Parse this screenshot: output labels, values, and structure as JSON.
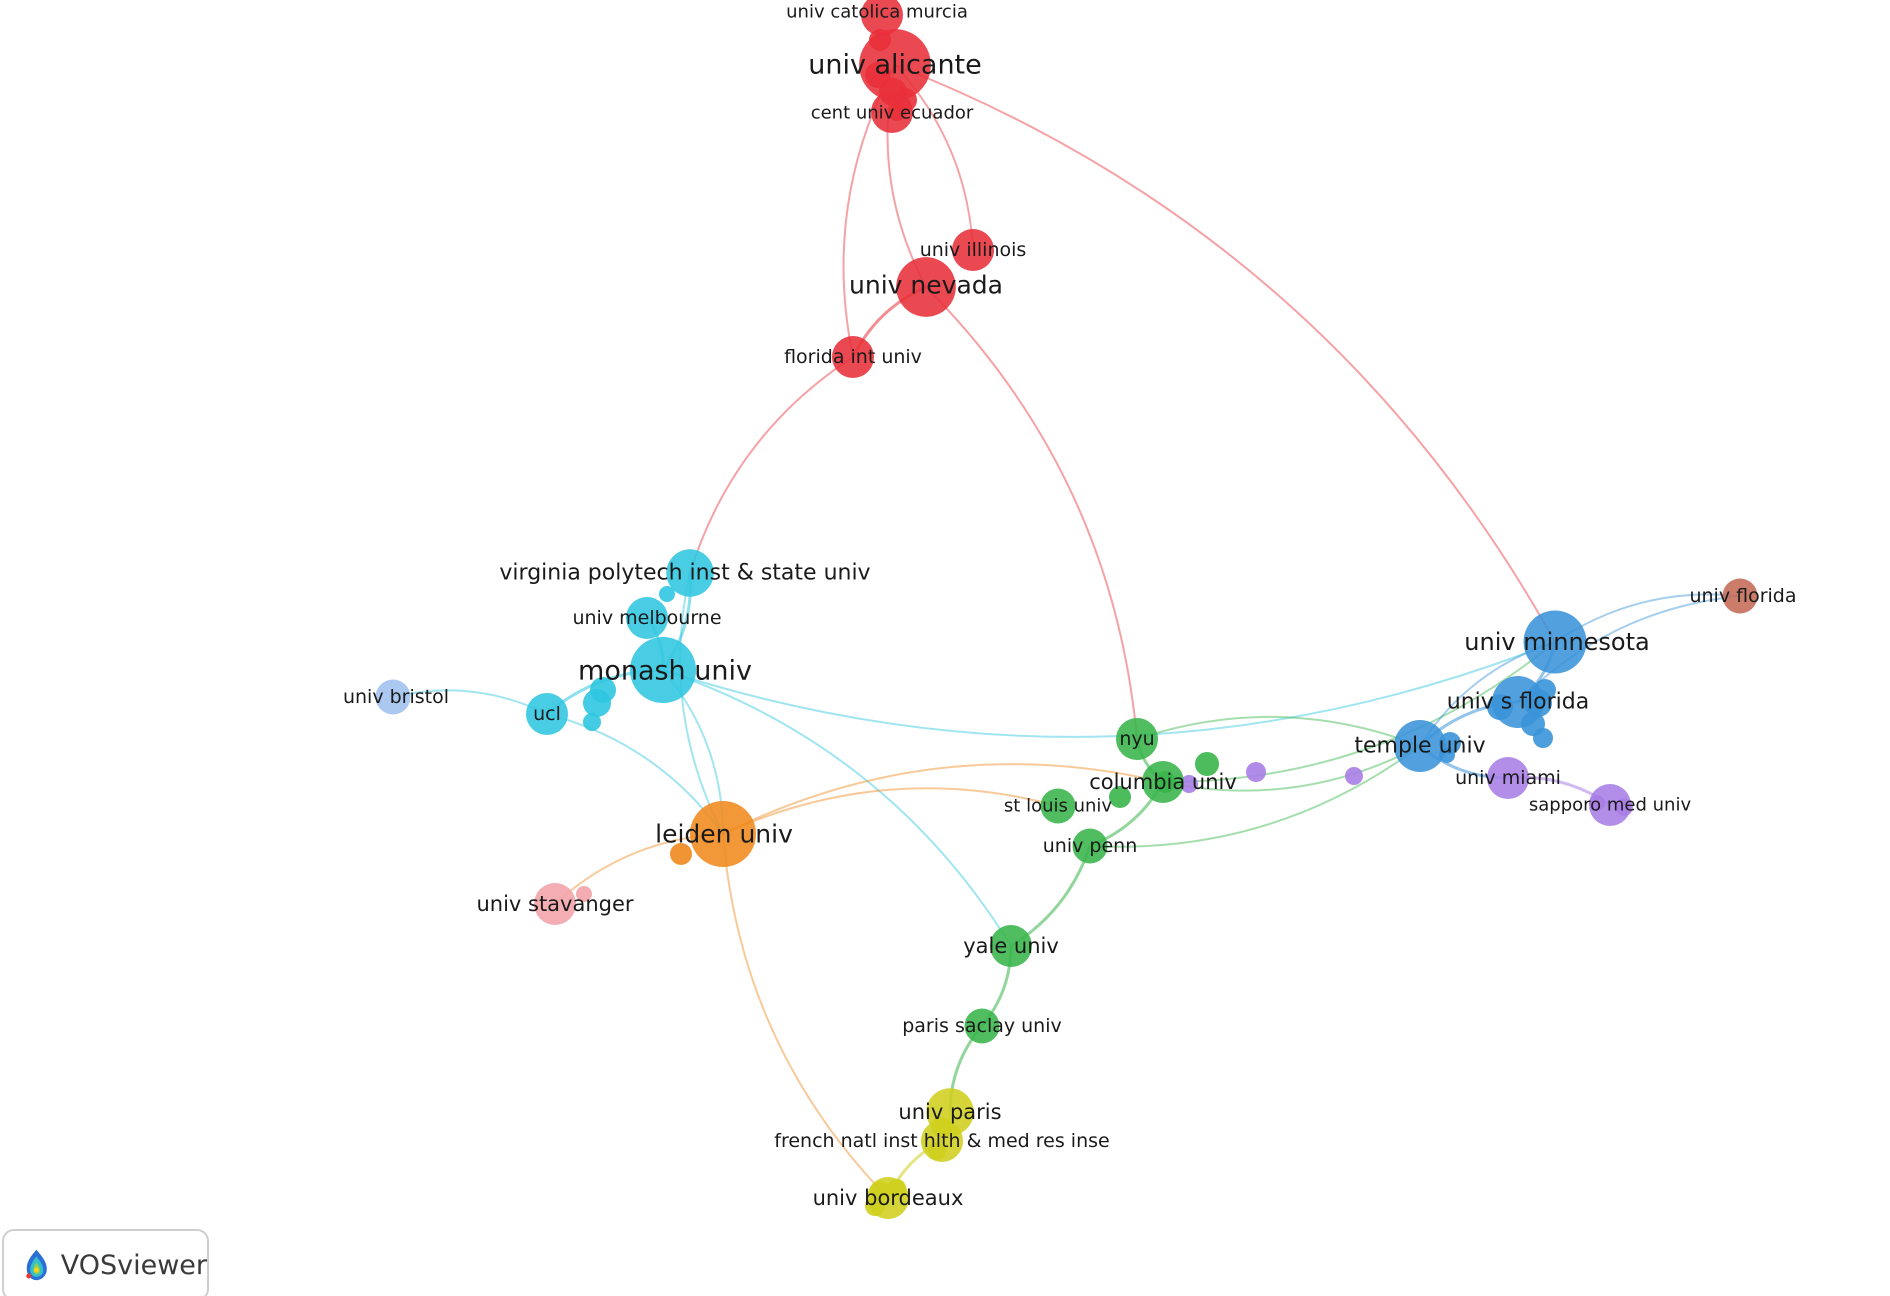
{
  "app": {
    "brand": "VOSviewer",
    "logo_icon": "vosviewer-density-logo-icon"
  },
  "colors": {
    "red": "#e8303a",
    "cyan": "#2fc6e0",
    "blue": "#3a93d8",
    "orange": "#f08a1e",
    "green": "#38b54a",
    "purple": "#a97ee6",
    "yellow": "#cfcf1e",
    "pink": "#f2a3a8",
    "magenta": "#e06acb",
    "lightblue": "#9fc2ee",
    "brown": "#c46a55",
    "lightgreen": "#8fe07a"
  },
  "network": {
    "nodes": [
      {
        "id": "univ-alicante",
        "label": "univ alicante",
        "cluster": "red",
        "weight": 10
      },
      {
        "id": "univ-catolica-murcia",
        "label": "univ catolica murcia",
        "cluster": "red",
        "weight": 2
      },
      {
        "id": "cent-univ-ecuador",
        "label": "cent univ ecuador",
        "cluster": "red",
        "weight": 2
      },
      {
        "id": "univ-illinois",
        "label": "univ illinois",
        "cluster": "red",
        "weight": 2
      },
      {
        "id": "univ-nevada",
        "label": "univ nevada",
        "cluster": "red",
        "weight": 6
      },
      {
        "id": "florida-int-univ",
        "label": "florida int univ",
        "cluster": "red",
        "weight": 2
      },
      {
        "id": "virginia-polytech",
        "label": "virginia polytech inst & state univ",
        "cluster": "cyan",
        "weight": 3
      },
      {
        "id": "univ-melbourne",
        "label": "univ melbourne",
        "cluster": "cyan",
        "weight": 2
      },
      {
        "id": "monash-univ",
        "label": "monash univ",
        "cluster": "cyan",
        "weight": 8
      },
      {
        "id": "ucl",
        "label": "ucl",
        "cluster": "cyan",
        "weight": 2
      },
      {
        "id": "univ-bristol",
        "label": "univ bristol",
        "cluster": "lightblue",
        "weight": 1
      },
      {
        "id": "leiden-univ",
        "label": "leiden univ",
        "cluster": "orange",
        "weight": 8
      },
      {
        "id": "univ-stavanger",
        "label": "univ stavanger",
        "cluster": "pink",
        "weight": 2
      },
      {
        "id": "univ-minnesota",
        "label": "univ minnesota",
        "cluster": "blue",
        "weight": 7
      },
      {
        "id": "univ-florida",
        "label": "univ florida",
        "cluster": "brown",
        "weight": 1
      },
      {
        "id": "univ-s-florida",
        "label": "univ s florida",
        "cluster": "blue",
        "weight": 4
      },
      {
        "id": "temple-univ",
        "label": "temple univ",
        "cluster": "blue",
        "weight": 4
      },
      {
        "id": "univ-miami",
        "label": "univ miami",
        "cluster": "purple",
        "weight": 2
      },
      {
        "id": "sapporo-med-univ",
        "label": "sapporo med univ",
        "cluster": "purple",
        "weight": 2
      },
      {
        "id": "nyu",
        "label": "nyu",
        "cluster": "green",
        "weight": 2
      },
      {
        "id": "columbia-univ",
        "label": "columbia univ",
        "cluster": "green",
        "weight": 2
      },
      {
        "id": "st-louis-univ",
        "label": "st louis univ",
        "cluster": "green",
        "weight": 1
      },
      {
        "id": "univ-penn",
        "label": "univ penn",
        "cluster": "green",
        "weight": 1
      },
      {
        "id": "yale-univ",
        "label": "yale univ",
        "cluster": "green",
        "weight": 2
      },
      {
        "id": "paris-saclay-univ",
        "label": "paris saclay univ",
        "cluster": "green",
        "weight": 1
      },
      {
        "id": "univ-paris",
        "label": "univ paris",
        "cluster": "yellow",
        "weight": 3
      },
      {
        "id": "french-natl-inst",
        "label": "french natl inst hlth & med res inse",
        "cluster": "yellow",
        "weight": 2
      },
      {
        "id": "univ-bordeaux",
        "label": "univ bordeaux",
        "cluster": "yellow",
        "weight": 2
      }
    ],
    "edges": [
      {
        "source": "univ-alicante",
        "target": "univ-nevada"
      },
      {
        "source": "univ-alicante",
        "target": "univ-illinois"
      },
      {
        "source": "univ-alicante",
        "target": "florida-int-univ"
      },
      {
        "source": "univ-alicante",
        "target": "univ-minnesota"
      },
      {
        "source": "univ-nevada",
        "target": "florida-int-univ"
      },
      {
        "source": "univ-nevada",
        "target": "nyu"
      },
      {
        "source": "florida-int-univ",
        "target": "virginia-polytech"
      },
      {
        "source": "virginia-polytech",
        "target": "monash-univ"
      },
      {
        "source": "virginia-polytech",
        "target": "leiden-univ"
      },
      {
        "source": "univ-melbourne",
        "target": "monash-univ"
      },
      {
        "source": "monash-univ",
        "target": "ucl"
      },
      {
        "source": "monash-univ",
        "target": "leiden-univ"
      },
      {
        "source": "monash-univ",
        "target": "univ-minnesota"
      },
      {
        "source": "monash-univ",
        "target": "yale-univ"
      },
      {
        "source": "ucl",
        "target": "univ-bristol"
      },
      {
        "source": "ucl",
        "target": "leiden-univ"
      },
      {
        "source": "leiden-univ",
        "target": "univ-stavanger"
      },
      {
        "source": "leiden-univ",
        "target": "columbia-univ"
      },
      {
        "source": "leiden-univ",
        "target": "univ-bordeaux"
      },
      {
        "source": "leiden-univ",
        "target": "st-louis-univ"
      },
      {
        "source": "nyu",
        "target": "columbia-univ"
      },
      {
        "source": "nyu",
        "target": "temple-univ"
      },
      {
        "source": "columbia-univ",
        "target": "univ-minnesota"
      },
      {
        "source": "columbia-univ",
        "target": "univ-penn"
      },
      {
        "source": "columbia-univ",
        "target": "temple-univ"
      },
      {
        "source": "univ-penn",
        "target": "yale-univ"
      },
      {
        "source": "univ-penn",
        "target": "temple-univ"
      },
      {
        "source": "yale-univ",
        "target": "paris-saclay-univ"
      },
      {
        "source": "paris-saclay-univ",
        "target": "univ-paris"
      },
      {
        "source": "univ-paris",
        "target": "french-natl-inst"
      },
      {
        "source": "french-natl-inst",
        "target": "univ-bordeaux"
      },
      {
        "source": "univ-minnesota",
        "target": "univ-s-florida"
      },
      {
        "source": "univ-minnesota",
        "target": "temple-univ"
      },
      {
        "source": "univ-minnesota",
        "target": "univ-florida"
      },
      {
        "source": "univ-s-florida",
        "target": "temple-univ"
      },
      {
        "source": "univ-s-florida",
        "target": "univ-florida"
      },
      {
        "source": "temple-univ",
        "target": "univ-miami"
      },
      {
        "source": "univ-miami",
        "target": "sapporo-med-univ"
      }
    ]
  }
}
